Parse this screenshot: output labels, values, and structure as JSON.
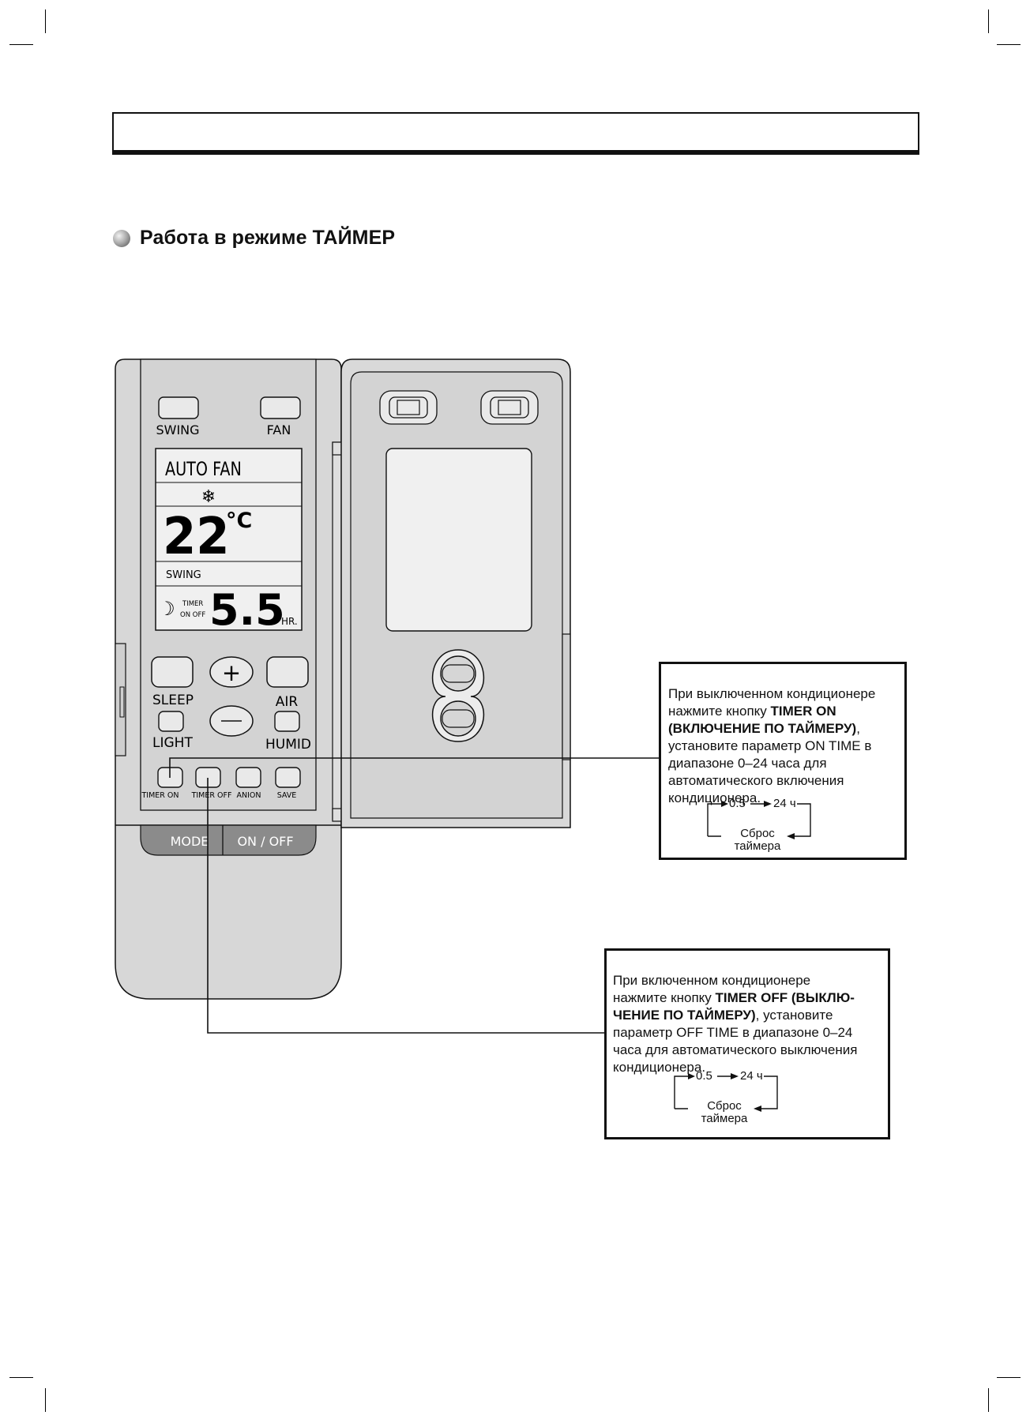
{
  "section": {
    "title": "Работа в режиме ТАЙМЕР"
  },
  "remote": {
    "buttons": {
      "swing": "SWING",
      "fan": "FAN",
      "sleep": "SLEEP",
      "air": "AIR",
      "light": "LIGHT",
      "humid": "HUMID",
      "timer_on": "TIMER ON",
      "timer_off": "TIMER OFF",
      "anion": "ANION",
      "save": "SAVE",
      "mode": "MODE",
      "on_off": "ON / OFF"
    },
    "display": {
      "mode": "AUTO FAN",
      "temperature": "22",
      "temp_unit": "°C",
      "swing": "SWING",
      "timer_label": "TIMER",
      "on_off_label": "ON OFF",
      "timer_value": "5.5",
      "hours": "HR."
    }
  },
  "callout_on": {
    "text_before": "При выключенном кондиционере\nнажмите кнопку ",
    "bold": "TIMER ON\n(ВКЛЮЧЕНИЕ ПО ТАЙМЕРУ)",
    "text_after": ",\nустановите параметр ON TIME в\nдиапазоне 0–24 часа для\nавтоматического включения\nкондиционера.",
    "cycle": {
      "start": "0.5",
      "end": "24 ч",
      "reset": "Сброс\nтаймера"
    }
  },
  "callout_off": {
    "text_before": "При включенном кондиционере\nнажмите кнопку ",
    "bold": "TIMER OFF (ВЫКЛЮ-\nЧЕНИЕ ПО ТАЙМЕРУ)",
    "text_after": ", установите\nпараметр OFF TIME в диапазоне 0–24\nчаса для автоматического выключения\nкондиционера.",
    "cycle": {
      "start": "0.5",
      "end": "24 ч",
      "reset": "Сброс\nтаймера"
    }
  }
}
